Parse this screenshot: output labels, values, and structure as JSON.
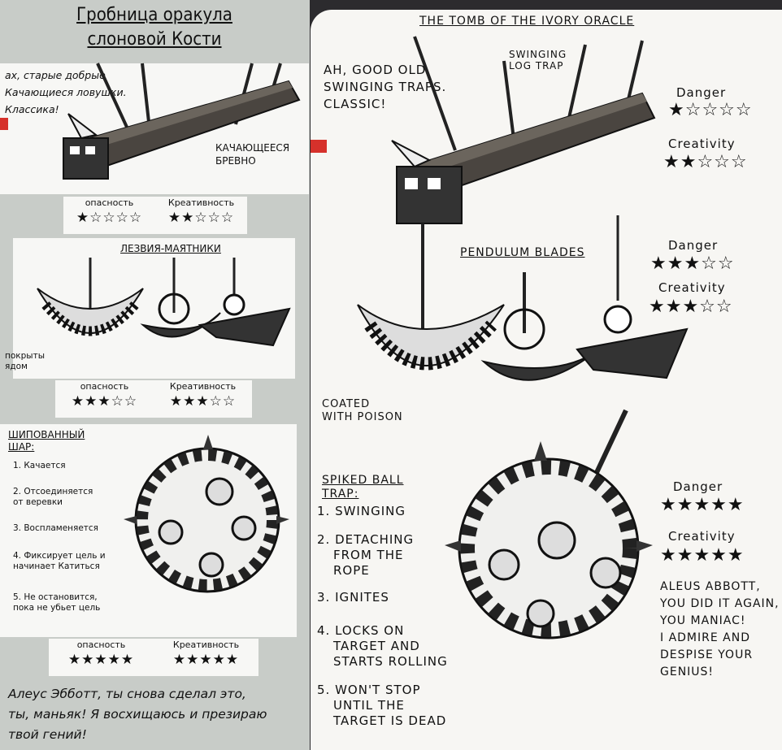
{
  "left": {
    "title_line1": "Гробница оракула",
    "title_line2": "слоновой Кости",
    "intro": [
      "ах, старые добрые",
      "Качающиеся ловушки.",
      "Классика!"
    ],
    "log_label_line1": "КАЧАЮЩЕЕСЯ",
    "log_label_line2": "БРЕВНО",
    "danger_label": "опасность",
    "creativity_label": "Креативность",
    "log_danger_stars": "★☆☆☆☆",
    "log_creativity_stars": "★★☆☆☆",
    "pendulum_title": "ЛЕЗВИЯ-МАЯТНИКИ",
    "poison_line1": "покрыты",
    "poison_line2": "ядом",
    "pendulum_danger_stars": "★★★☆☆",
    "pendulum_creativity_stars": "★★★☆☆",
    "ball_title_line1": "ШИПОВАННЫЙ",
    "ball_title_line2": "ШАР:",
    "steps": [
      "1. Качается",
      "2. Отсоединяется",
      "от веревки",
      "3. Воспламеняется",
      "4. Фиксирует цель и",
      "начинает Катиться",
      "5. Не остановится,",
      "пока не убьет цель"
    ],
    "ball_danger_stars": "★★★★★",
    "ball_creativity_stars": "★★★★★",
    "outro": [
      "Алеус Эбботт, ты снова сделал это,",
      "ты, маньяк! Я восхищаюсь и презираю",
      "твой гений!"
    ]
  },
  "right": {
    "title": "THE TOMB OF THE IVORY ORACLE",
    "intro": [
      "AH, GOOD OLD",
      "SWINGING TRAPS.",
      "CLASSIC!"
    ],
    "log_label": [
      "SWINGING",
      "LOG TRAP"
    ],
    "danger_label": "Danger",
    "creativity_label": "Creativity",
    "log_danger_stars": "★☆☆☆☆",
    "log_creativity_stars": "★★☆☆☆",
    "pendulum_title": "PENDULUM BLADES",
    "pendulum_danger_stars": "★★★☆☆",
    "pendulum_creativity_stars": "★★★☆☆",
    "poison": [
      "COATED",
      "WITH POISON"
    ],
    "ball_title": [
      "SPIKED BALL",
      "TRAP:"
    ],
    "steps": [
      "1. SWINGING",
      "2. DETACHING",
      "FROM THE",
      "ROPE",
      "3. IGNITES",
      "4. LOCKS ON",
      "TARGET AND",
      "STARTS ROLLING",
      "5. WON'T STOP",
      "UNTIL THE",
      "TARGET IS DEAD"
    ],
    "ball_danger_stars": "★★★★★",
    "ball_creativity_stars": "★★★★★",
    "outro": [
      "ALEUS ABBOTT,",
      "YOU DID IT AGAIN,",
      "YOU MANIAC!",
      "I ADMIRE AND",
      "DESPISE YOUR",
      "GENIUS!"
    ]
  },
  "colors": {
    "ink": "#111111",
    "paper": "#f7f6f3",
    "backdrop": "#c8ccc8",
    "notebook": "#2c2b2e",
    "tab": "#d6312b"
  }
}
